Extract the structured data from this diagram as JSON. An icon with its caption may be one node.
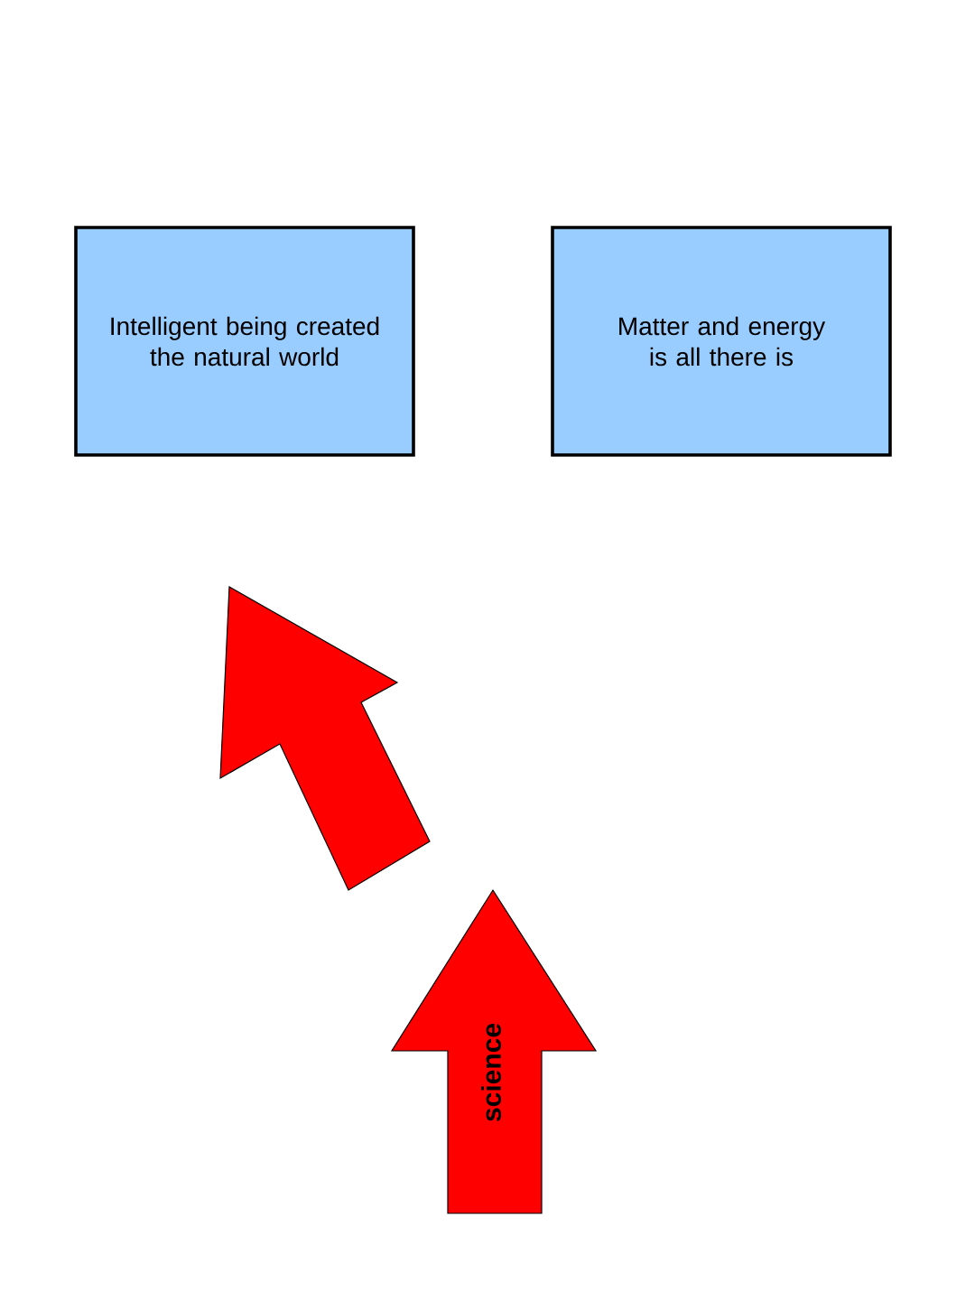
{
  "diagram": {
    "nodes": [
      {
        "text": [
          "Intelligent being created the natural world"
        ]
      },
      {
        "text": [
          "Matter and energy is all there is"
        ]
      }
    ],
    "labels": [
      "science"
    ]
  }
}
